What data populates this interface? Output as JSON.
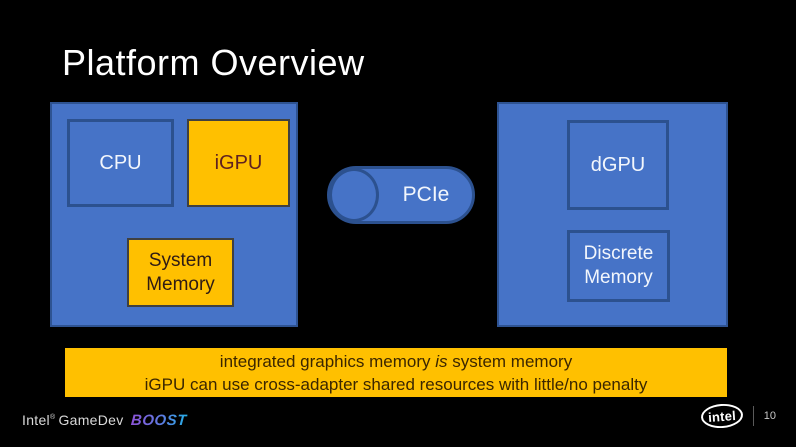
{
  "slide": {
    "title": "Platform Overview"
  },
  "diagram": {
    "left_group": {
      "cpu_label": "CPU",
      "igpu_label": "iGPU",
      "system_memory_label": "System Memory"
    },
    "pcie_label": "PCIe",
    "right_group": {
      "dgpu_label": "dGPU",
      "discrete_memory_label": "Discrete Memory"
    }
  },
  "banner": {
    "line1_pre": "integrated graphics memory ",
    "line1_em": "is",
    "line1_post": " system memory",
    "line2": "iGPU can use cross-adapter shared resources with little/no penalty"
  },
  "footer": {
    "brand_intel": "Intel",
    "brand_reg": "®",
    "brand_gamedev": "GameDev",
    "brand_boost": "BOOST",
    "intel_logo_text": "intel",
    "page_number": "10"
  },
  "colors": {
    "background": "#000000",
    "box_blue_fill": "#4673C7",
    "box_blue_border": "#2C518F",
    "accent_yellow": "#FFC000",
    "yellow_box_border": "#404040",
    "igpu_text": "#5F2120",
    "system_memory_text": "#2F1B14",
    "banner_text": "#3B2600",
    "boost_gradient_start": "#8E53D8",
    "boost_gradient_end": "#27AEE6"
  }
}
